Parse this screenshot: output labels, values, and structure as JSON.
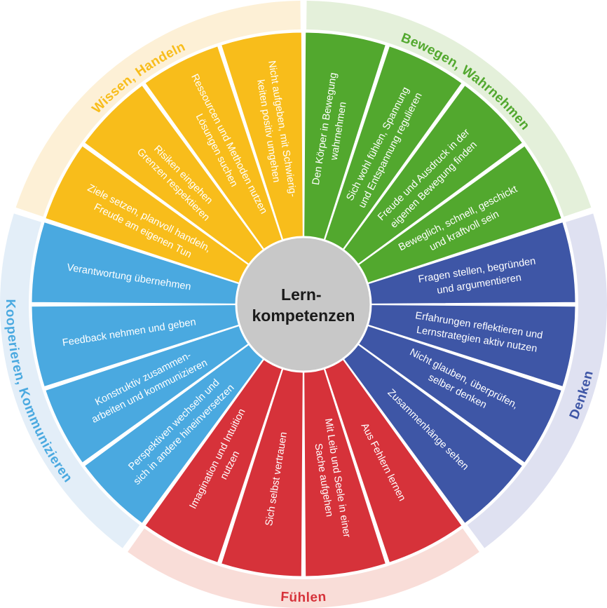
{
  "center": {
    "lines": [
      "Lern-",
      "kompetenzen"
    ],
    "fill": "#c8c8c8"
  },
  "categories": [
    {
      "name": "Bewegen, Wahrnehmen",
      "color": "#52a82e",
      "ring": "#e4f0da",
      "label_color": "#52a82e",
      "segments": [
        [
          "Den Körper in Bewegung",
          "wahrnehmen"
        ],
        [
          "Sich wohl fühlen, Spannung",
          "und Entspannung regulieren"
        ],
        [
          "Freude und Ausdruck in der",
          "eigenen Bewegung finden"
        ],
        [
          "Beweglich, schnell, geschickt",
          "und kraftvoll sein"
        ]
      ]
    },
    {
      "name": "Denken",
      "color": "#3e56a6",
      "ring": "#dfe1f1",
      "label_color": "#3e56a6",
      "segments": [
        [
          "Fragen stellen, begründen",
          "und argumentieren"
        ],
        [
          "Erfahrungen reflektieren und",
          "Lernstrategien aktiv nutzen"
        ],
        [
          "Nicht glauben, überprüfen,",
          "selber denken"
        ],
        [
          "Zusammenhänge sehen"
        ]
      ]
    },
    {
      "name": "Fühlen",
      "color": "#d6323a",
      "ring": "#f9ddd8",
      "label_color": "#d6323a",
      "segments": [
        [
          "Aus Fehlern lernen"
        ],
        [
          "Mit Leib und Seele in einer",
          "Sache aufgehen"
        ],
        [
          "Sich selbst vertrauen"
        ],
        [
          "Imagination und Intuition",
          "nutzen"
        ]
      ]
    },
    {
      "name": "Kooperieren, Kommunizieren",
      "color": "#4aa9e0",
      "ring": "#e3eef8",
      "label_color": "#4aa9e0",
      "segments": [
        [
          "Perspektiven wechseln und",
          "sich in andere hineinversetzen"
        ],
        [
          "Konstruktiv zusammen-",
          "arbeiten und kommunizieren"
        ],
        [
          "Feedback nehmen und geben"
        ],
        [
          "Verantwortung übernehmen"
        ]
      ]
    },
    {
      "name": "Wissen, Handeln",
      "color": "#f8bd1b",
      "ring": "#fdf0d6",
      "label_color": "#f8bd1b",
      "segments": [
        [
          "Ziele setzen, planvoll handeln,",
          "Freude am eigenen Tun"
        ],
        [
          "Risiken eingehen",
          "Grenzen respektieren"
        ],
        [
          "Ressourcen und Methoden nutzen",
          "Lösungen suchen"
        ],
        [
          "Nicht aufgeben, mit Schwierig-",
          "keiten positiv umgehen"
        ]
      ]
    }
  ]
}
